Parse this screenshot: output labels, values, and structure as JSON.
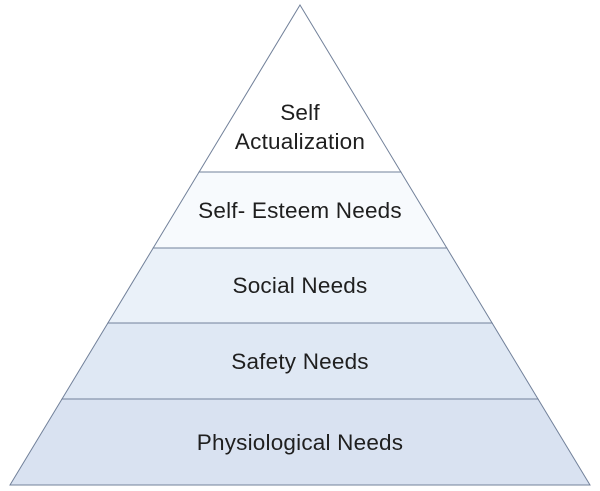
{
  "diagram": {
    "type": "pyramid",
    "description": "Five-level needs pyramid, white apex shading to light periwinkle blue at the base",
    "levels": [
      {
        "rank": 1,
        "label": "Self Actualization",
        "lines": [
          "Self",
          "Actualization"
        ],
        "fill": "#ffffff"
      },
      {
        "rank": 2,
        "label": "Self- Esteem Needs",
        "lines": [
          "Self- Esteem Needs"
        ],
        "fill": "#f7fafd"
      },
      {
        "rank": 3,
        "label": "Social Needs",
        "lines": [
          "Social Needs"
        ],
        "fill": "#eaf1f9"
      },
      {
        "rank": 4,
        "label": "Safety Needs",
        "lines": [
          "Safety Needs"
        ],
        "fill": "#dfe8f4"
      },
      {
        "rank": 5,
        "label": "Physiological Needs",
        "lines": [
          "Physiological Needs"
        ],
        "fill": "#d9e2f1"
      }
    ],
    "stroke_color": "#72819a",
    "text_color": "#1f1f1f",
    "background": "#ffffff"
  }
}
